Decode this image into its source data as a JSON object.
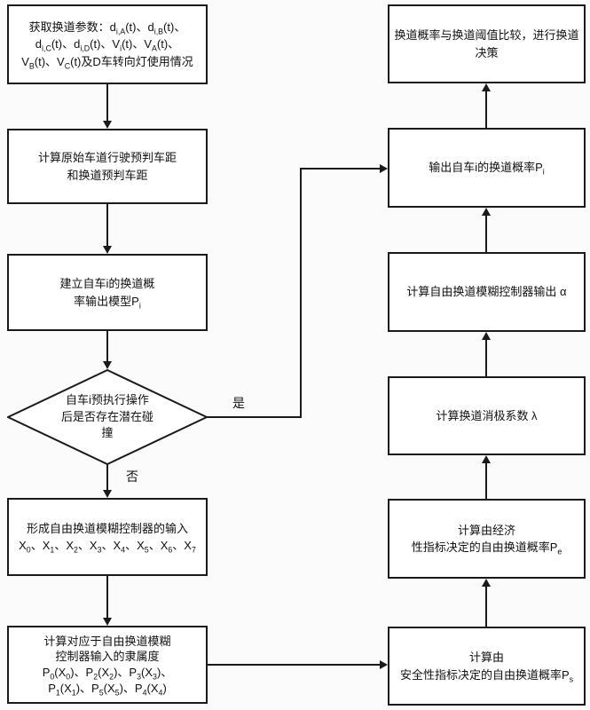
{
  "page": {
    "background": "#fbfbfb",
    "line_color": "#1a1a1a",
    "box_background": "#ffffff"
  },
  "labels": {
    "yes": "是",
    "no": "否"
  },
  "nodes": {
    "acquire_params": {
      "lines": [
        "获取换道参数：d~i,A~(t)、d~i,B~(t)、",
        "d~i,C~(t)、d~i,D~(t)、V~i~(t)、V~A~(t)、",
        "V~B~(t)、V~C~(t)及D车转向灯使用情况"
      ]
    },
    "calc_predicted_distances": {
      "lines": [
        "计算原始车道行驶预判车距",
        "和换道预判车距"
      ]
    },
    "build_probability_model": {
      "lines": [
        "建立自车i的换道概",
        "率输出模型P~i~"
      ]
    },
    "collision_decision": {
      "lines": [
        "自车i预执行操作",
        "后是否存在潜在碰",
        "撞"
      ]
    },
    "form_fuzzy_inputs": {
      "lines": [
        "形成自由换道模糊控制器的输入",
        "X~0~、X~1~、X~2~、X~3~、X~4~、X~5~、X~6~、X~7~"
      ]
    },
    "calc_membership": {
      "lines": [
        "计算对应于自由换道模糊",
        "控制器输入的隶属度",
        "P~0~(X~0~)、P~2~(X~2~)、P~3~(X~3~)、",
        "P~1~(X~1~)、P~5~(X~5~)、P~4~(X~4~)"
      ]
    },
    "compare_threshold": {
      "lines": [
        "换道概率与换道阈值比较，进行换道",
        "决策"
      ]
    },
    "output_probability": {
      "lines": [
        "输出自车i的换道概率P~i~"
      ]
    },
    "calc_fuzzy_output": {
      "lines": [
        "计算自由换道模糊控制器输出 α"
      ]
    },
    "calc_negative_coefficient": {
      "lines": [
        "计算换道消极系数 λ"
      ]
    },
    "calc_economic_probability": {
      "lines": [
        "计算由经济",
        "性指标决定的自由换道概率P~e~"
      ]
    },
    "calc_safety_probability": {
      "lines": [
        "计算由",
        "安全性指标决定的自由换道概率P~s~"
      ]
    }
  }
}
